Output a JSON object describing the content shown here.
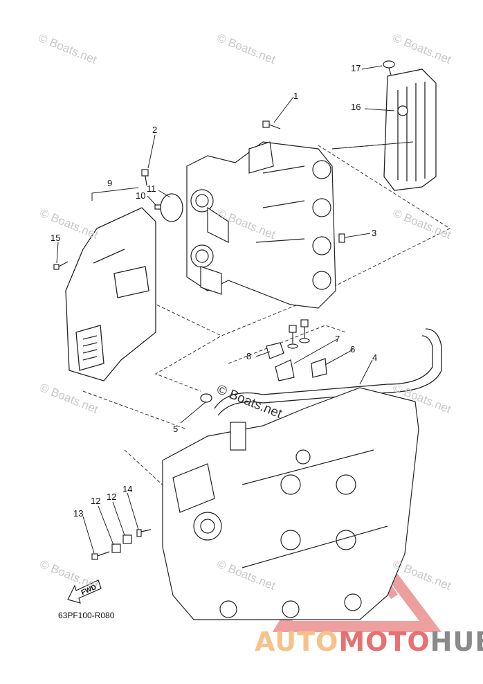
{
  "diagram": {
    "callouts": [
      "1",
      "2",
      "3",
      "4",
      "5",
      "6",
      "7",
      "8",
      "9",
      "10",
      "11",
      "12",
      "12",
      "13",
      "14",
      "15",
      "16",
      "17"
    ],
    "part_code": "63PF100-R080",
    "fwd_label": "FWD",
    "watermark": "© Boats.net",
    "brand": {
      "part1": "AUTO",
      "part2": "MOTO",
      "part3": "HUB"
    },
    "colors": {
      "line": "#222222",
      "watermark": "#c8c8c8",
      "brand_orange": "#f6c28a",
      "brand_red": "#e87070",
      "brand_grey": "#8a8a8a"
    }
  }
}
